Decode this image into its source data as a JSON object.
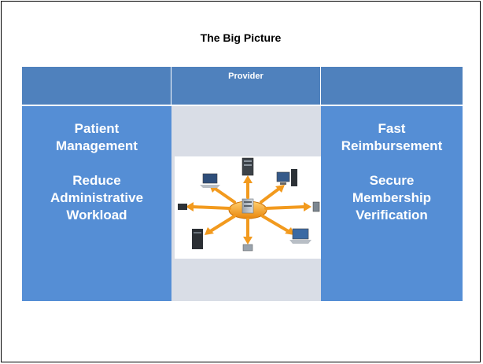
{
  "slide": {
    "title": "The Big Picture",
    "header": {
      "middle_label": "Provider"
    },
    "left_column": {
      "lines_top": [
        "Patient",
        "Management"
      ],
      "lines_bottom": [
        "Reduce",
        "Administrative",
        "Workload"
      ]
    },
    "right_column": {
      "lines_top": [
        "Fast",
        "Reimbursement"
      ],
      "lines_bottom": [
        "Secure",
        "Membership",
        "Verification"
      ]
    },
    "colors": {
      "header_blue": "#4f81bd",
      "column_blue": "#558ed5",
      "middle_gray": "#d9dde6",
      "arrow_orange": "#f29a1e"
    },
    "image": {
      "icon": "network-hub-diagram-icon"
    }
  }
}
